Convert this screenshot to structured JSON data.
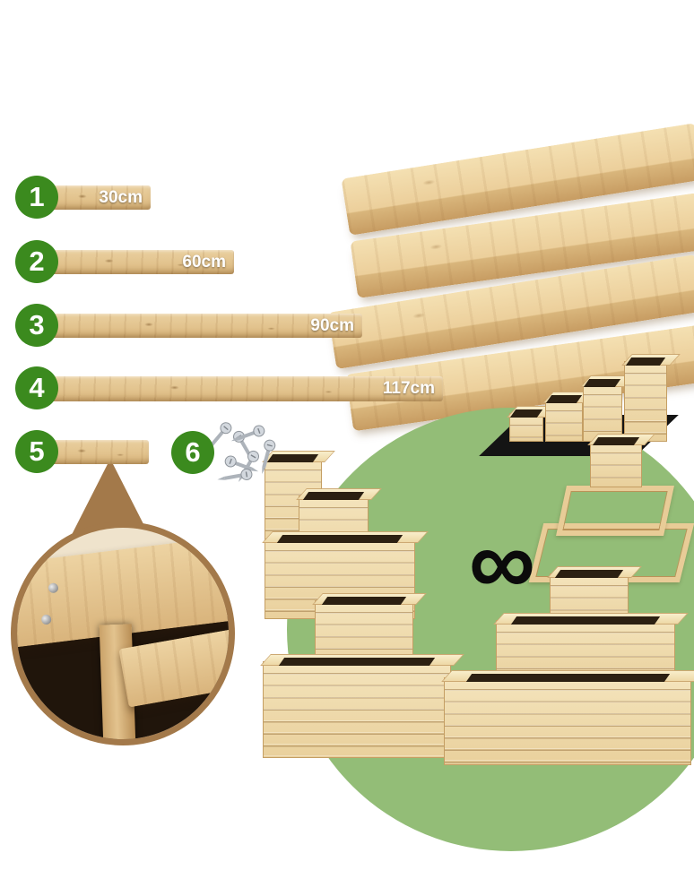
{
  "parts": [
    {
      "number": "1",
      "length": "30cm"
    },
    {
      "number": "2",
      "length": "60cm"
    },
    {
      "number": "3",
      "length": "90cm"
    },
    {
      "number": "4",
      "length": "117cm"
    },
    {
      "number": "5",
      "length": ""
    },
    {
      "number": "6",
      "length": "",
      "icon": "screws-icon"
    }
  ],
  "symbols": {
    "infinity": "∞"
  },
  "colors": {
    "badge_green": "#3b8a1e",
    "circle_green": "#93bd77",
    "callout_brown": "#a3794a",
    "mat_black": "#141414",
    "wood_light": "#f0d9aa",
    "wood_dark": "#c79c62"
  }
}
